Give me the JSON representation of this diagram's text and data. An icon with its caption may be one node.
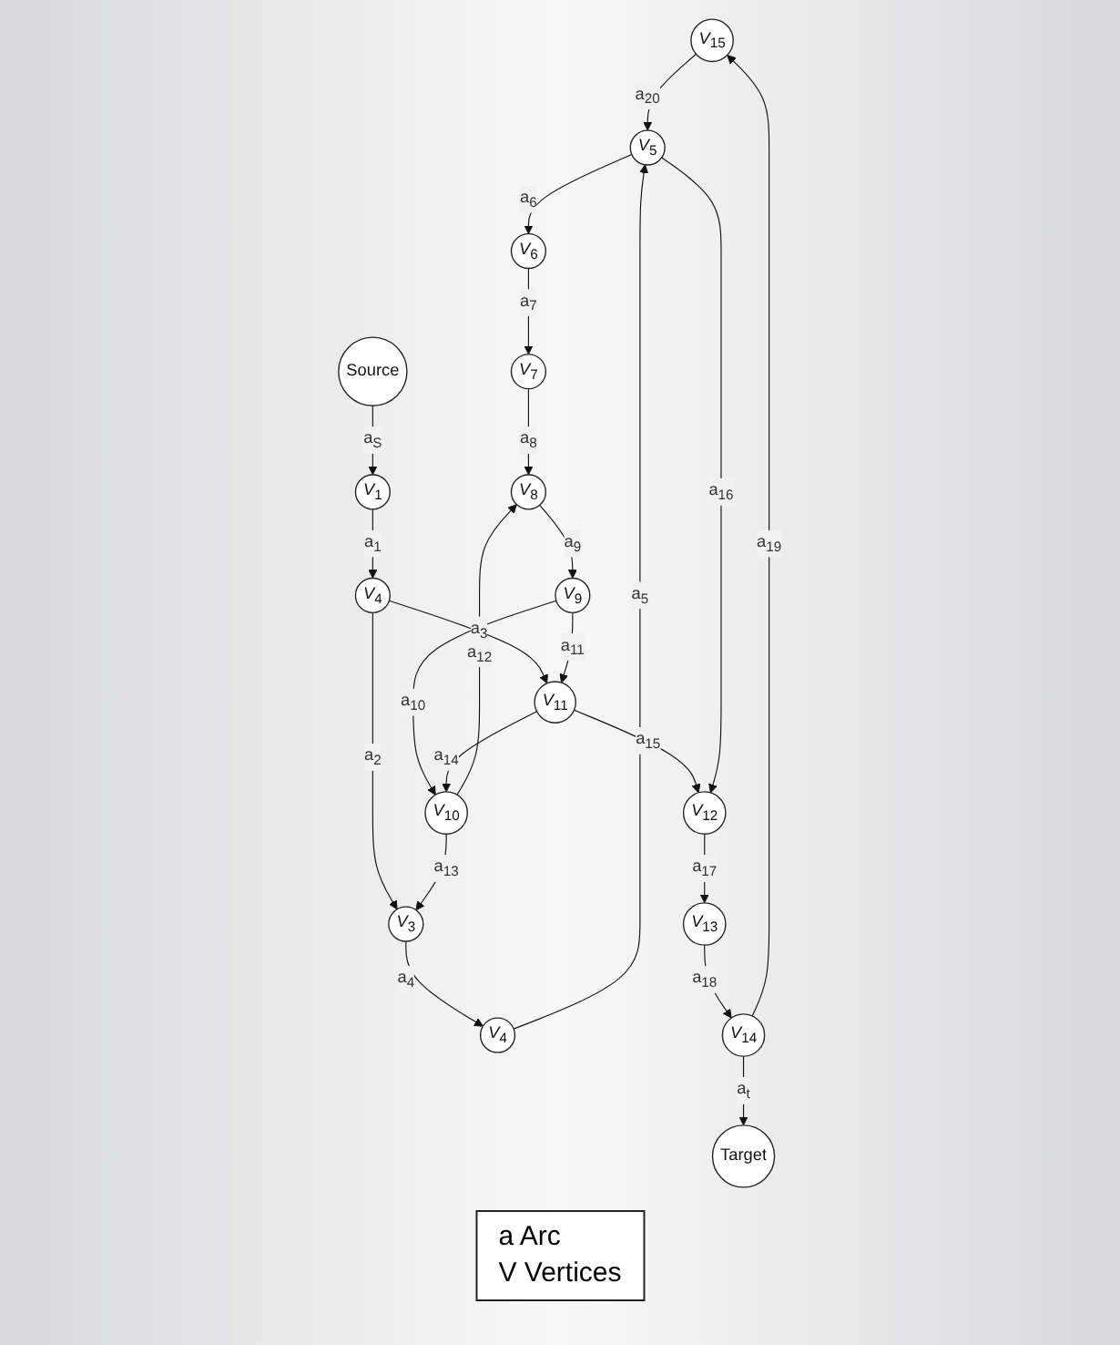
{
  "diagram": {
    "nodes": [
      {
        "text": [
          "*V*$_{15}$"
        ]
      },
      {
        "text": [
          "*V*$_{3}$"
        ]
      },
      {
        "text": [
          "*V*$_{4}$"
        ]
      },
      {
        "text": [
          "*V*$_{5}$"
        ]
      },
      {
        "text": [
          "*V*$_{12}$"
        ]
      },
      {
        "text": [
          "*V*$_{4}$"
        ]
      },
      {
        "text": [
          "*V*$_{6}$"
        ]
      },
      {
        "text": [
          "*V*$_{13}$"
        ]
      },
      {
        "text": [
          "*V*$_{7}$"
        ]
      },
      {
        "text": [
          "*V*$_{14}$"
        ]
      },
      {
        "text": [
          "*V*$_{1}$"
        ]
      },
      {
        "text": [
          "*V*$_{8}$"
        ]
      },
      {
        "text": [
          "*V*$_{10}$"
        ]
      },
      {
        "text": [
          "*V*$_{9}$"
        ]
      },
      {
        "text": [
          "*V*$_{11}$"
        ]
      },
      {
        "text": [
          "Source"
        ]
      },
      {
        "text": [
          "Target"
        ]
      }
    ],
    "edges": [
      {
        "from": 15,
        "to": 10,
        "arrow": "to",
        "label": "a$_{S}$"
      },
      {
        "from": 10,
        "to": 5,
        "arrow": "to",
        "label": "a$_{1}$"
      },
      {
        "from": 5,
        "to": 1,
        "arrow": "to",
        "label": "a$_{2}$"
      },
      {
        "from": 5,
        "to": 14,
        "arrow": "to",
        "label": "a$_{3}$"
      },
      {
        "from": 1,
        "to": 2,
        "arrow": "to",
        "label": "a$_{4}$"
      },
      {
        "from": 2,
        "to": 3,
        "arrow": "to",
        "label": "a$_{5}$"
      },
      {
        "from": 3,
        "to": 6,
        "arrow": "to",
        "label": "a$_{6}$"
      },
      {
        "from": 6,
        "to": 8,
        "arrow": "to",
        "label": "a$_{7}$"
      },
      {
        "from": 8,
        "to": 11,
        "arrow": "to",
        "label": "a$_{8}$"
      },
      {
        "from": 11,
        "to": 13,
        "arrow": "to",
        "label": "a$_{9}$"
      },
      {
        "from": 13,
        "to": 12,
        "arrow": "to",
        "label": "a$_{10}$"
      },
      {
        "from": 13,
        "to": 14,
        "arrow": "to",
        "label": "a$_{11}$"
      },
      {
        "from": 12,
        "to": 11,
        "arrow": "to",
        "label": "a$_{12}$"
      },
      {
        "from": 12,
        "to": 1,
        "arrow": "to",
        "label": "a$_{13}$"
      },
      {
        "from": 14,
        "to": 12,
        "arrow": "to",
        "label": "a$_{14}$"
      },
      {
        "from": 14,
        "to": 4,
        "arrow": "to",
        "label": "a$_{15}$"
      },
      {
        "from": 3,
        "to": 4,
        "arrow": "to",
        "label": "a$_{16}$"
      },
      {
        "from": 4,
        "to": 7,
        "arrow": "to",
        "label": "a$_{17}$"
      },
      {
        "from": 7,
        "to": 9,
        "arrow": "to",
        "label": "a$_{18}$"
      },
      {
        "from": 9,
        "to": 0,
        "arrow": "to",
        "label": "a$_{19}$"
      },
      {
        "from": 0,
        "to": 3,
        "arrow": "to",
        "label": "a$_{20}$"
      },
      {
        "from": 9,
        "to": 16,
        "arrow": "to",
        "label": "a$_{t}$"
      }
    ],
    "legend": [
      {
        "text": "a Arc"
      },
      {
        "text": "V Vertices"
      }
    ]
  }
}
